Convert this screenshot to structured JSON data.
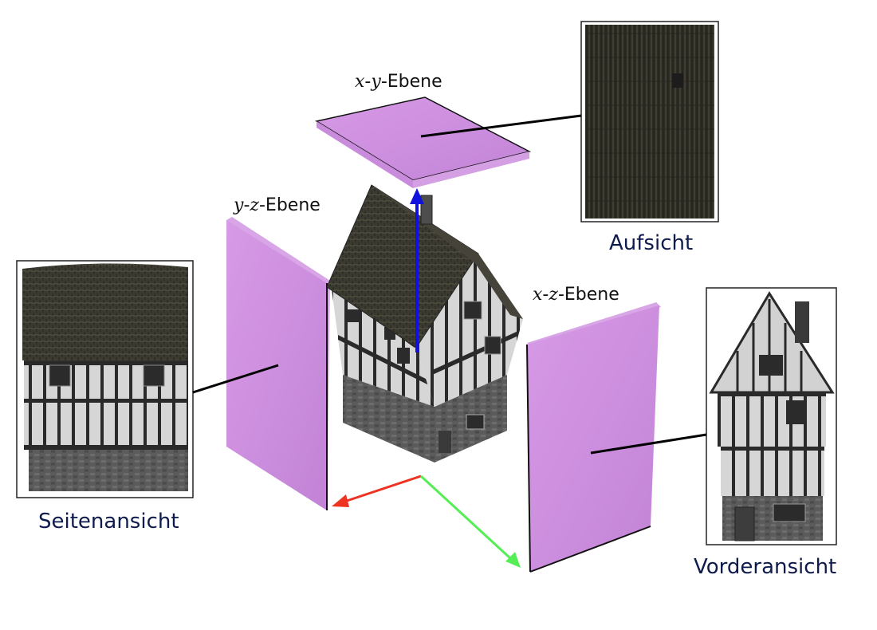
{
  "planes": {
    "xy": {
      "var1": "x",
      "sep1": "-",
      "var2": "y",
      "suffix": "-Ebene"
    },
    "yz": {
      "var1": "y",
      "sep1": "-",
      "var2": "z",
      "suffix": "-Ebene"
    },
    "xz": {
      "var1": "x",
      "sep1": "-",
      "var2": "z",
      "suffix": "-Ebene"
    }
  },
  "views": {
    "top": "Aufsicht",
    "side": "Seitenansicht",
    "front": "Vorderansicht"
  },
  "colors": {
    "plane_fill": "#cc8edd",
    "plane_edge": "#111111",
    "axis_x": "#ee3322",
    "axis_y": "#55ee55",
    "axis_z": "#1111dd",
    "label_text": "#0f1b4d",
    "roof": "#3b3a30",
    "plaster": "#d8d8d8",
    "timber": "#2a2a2a",
    "stone": "#5c5c5c"
  },
  "icons": {
    "house": "half-timbered-house",
    "axes": "coordinate-axes-arrows"
  }
}
